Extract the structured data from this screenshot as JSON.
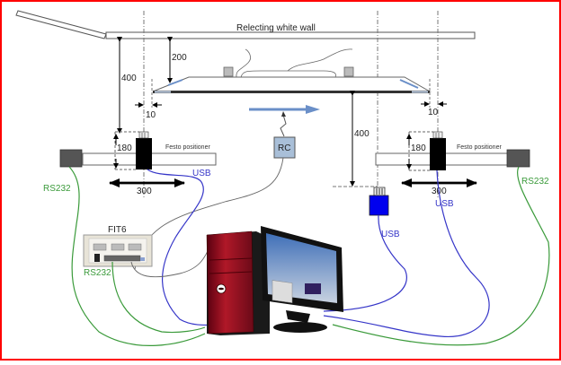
{
  "diagram": {
    "title": "Relecting white wall",
    "dimensions": {
      "wall_to_positioner_left": "400",
      "wall_to_vehicle": "200",
      "offset_left": "10",
      "offset_right": "10",
      "positioner_height_left": "180",
      "positioner_height_right": "180",
      "travel_left": "300",
      "travel_right": "300",
      "vehicle_to_sensor": "400"
    },
    "components": {
      "positioner_left": "Festo  positioner",
      "positioner_right": "Festo  positioner",
      "remote_control": "RC",
      "interface_box": "FIT6"
    },
    "cables": {
      "usb_left": "USB",
      "usb_center": "USB",
      "usb_right": "USB",
      "rs232_left": "RS232",
      "rs232_right": "RS232",
      "rs232_fit6": "RS232"
    },
    "colors": {
      "border": "#ff0000",
      "usb_cable": "#3535c8",
      "rs232_cable": "#3a9a3a",
      "motion_arrow": "#6a8fc8",
      "sensor_blue": "#0000ee",
      "rc_box": "#a9bfd8",
      "pc_tower": "#8a1020"
    }
  }
}
